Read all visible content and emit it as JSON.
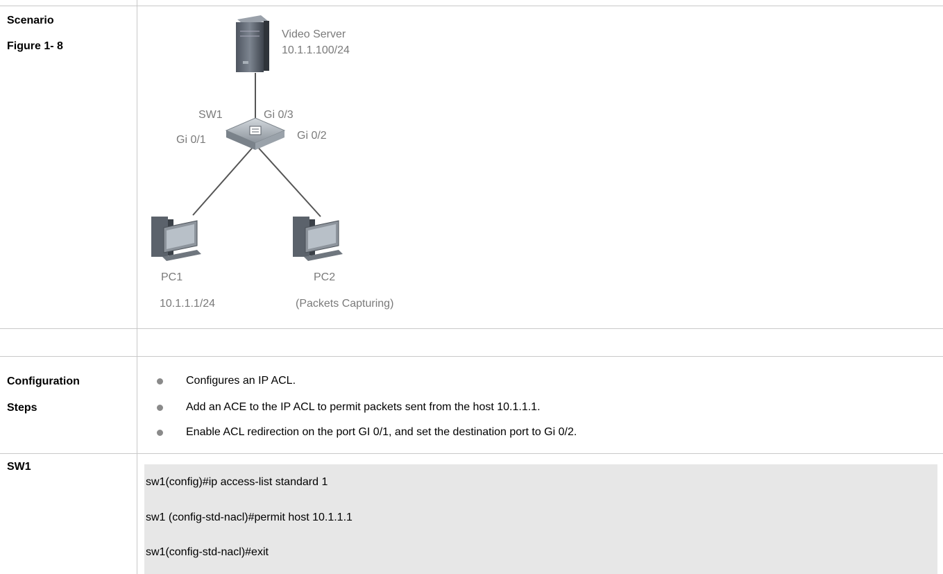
{
  "rows": {
    "scenario": {
      "label": "Scenario",
      "figure_label": "Figure 1- 8"
    },
    "configuration": {
      "label_line1": "Configuration",
      "label_line2": "Steps"
    },
    "sw1": {
      "label": "SW1"
    }
  },
  "diagram": {
    "server_name": "Video Server",
    "server_ip": "10.1.1.100/24",
    "switch_name": "SW1",
    "port_gi03": "Gi 0/3",
    "port_gi01": "Gi 0/1",
    "port_gi02": "Gi 0/2",
    "pc1_name": "PC1",
    "pc1_ip": "10.1.1.1/24",
    "pc2_name": "PC2",
    "pc2_note": "(Packets Capturing)"
  },
  "steps": [
    "Configures an IP ACL.",
    "Add an ACE to the IP ACL to permit packets sent from the host 10.1.1.1.",
    "Enable ACL redirection on the port GI 0/1, and set the destination port to Gi 0/2."
  ],
  "code": [
    "sw1(config)#ip access-list standard 1",
    "sw1 (config-std-nacl)#permit host 10.1.1.1",
    "sw1(config-std-nacl)#exit"
  ],
  "colors": {
    "grid": "#c8c8c8",
    "code_bg": "#e7e7e7",
    "bullet": "#8a8a8a",
    "diagram_text": "#7a7a7a"
  }
}
